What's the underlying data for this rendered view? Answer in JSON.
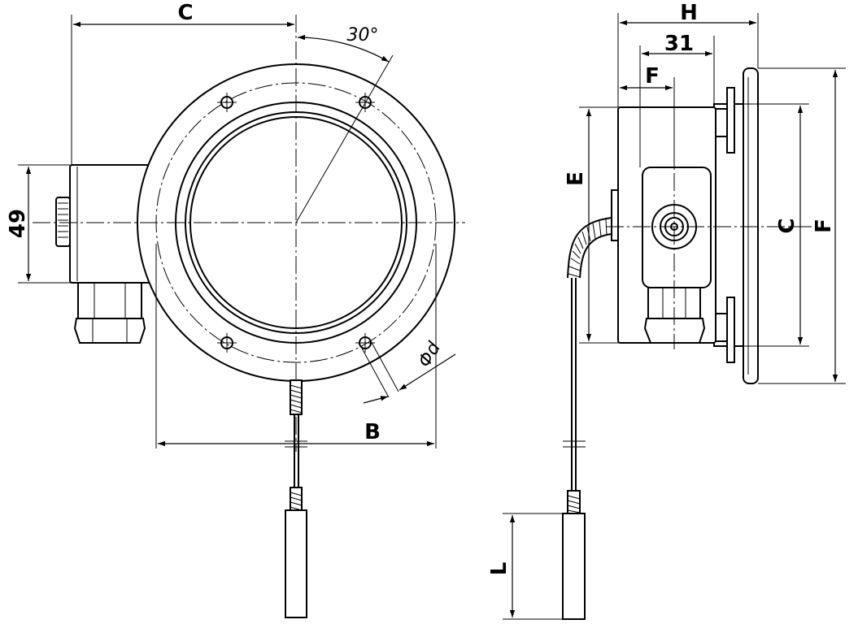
{
  "labels": {
    "c_front": "C",
    "angle": "30°",
    "dim_49": "49",
    "diameter": "Φd",
    "b": "B",
    "h": "H",
    "dim_31": "31",
    "f_top": "F",
    "e": "E",
    "c_side": "C",
    "f_side": "F",
    "l": "L"
  }
}
